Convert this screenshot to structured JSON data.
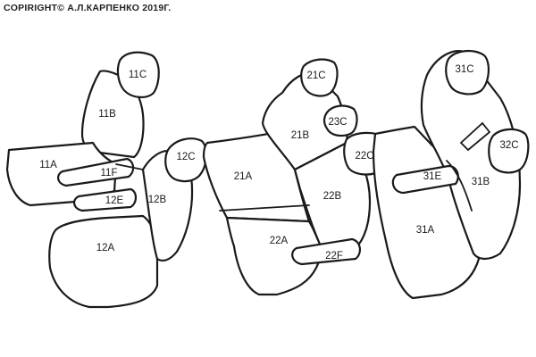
{
  "copyright": "COPIRIGHT© А.Л.КАРПЕНКО 2019Г.",
  "colors": {
    "line": "#1a1a1a",
    "background": "#ffffff"
  },
  "labels": {
    "l11c": "11C",
    "l11b": "11B",
    "l11a": "11A",
    "l11f": "11F",
    "l12e": "12E",
    "l12c": "12C",
    "l12b": "12B",
    "l12a": "12A",
    "l21c": "21C",
    "l21b": "21B",
    "l23c": "23C",
    "l22c": "22C",
    "l21a": "21A",
    "l22b": "22B",
    "l22a": "22A",
    "l22f": "22F",
    "l31c": "31C",
    "l32c": "32C",
    "l31e": "31E",
    "l31b": "31B",
    "l31a": "31A"
  }
}
